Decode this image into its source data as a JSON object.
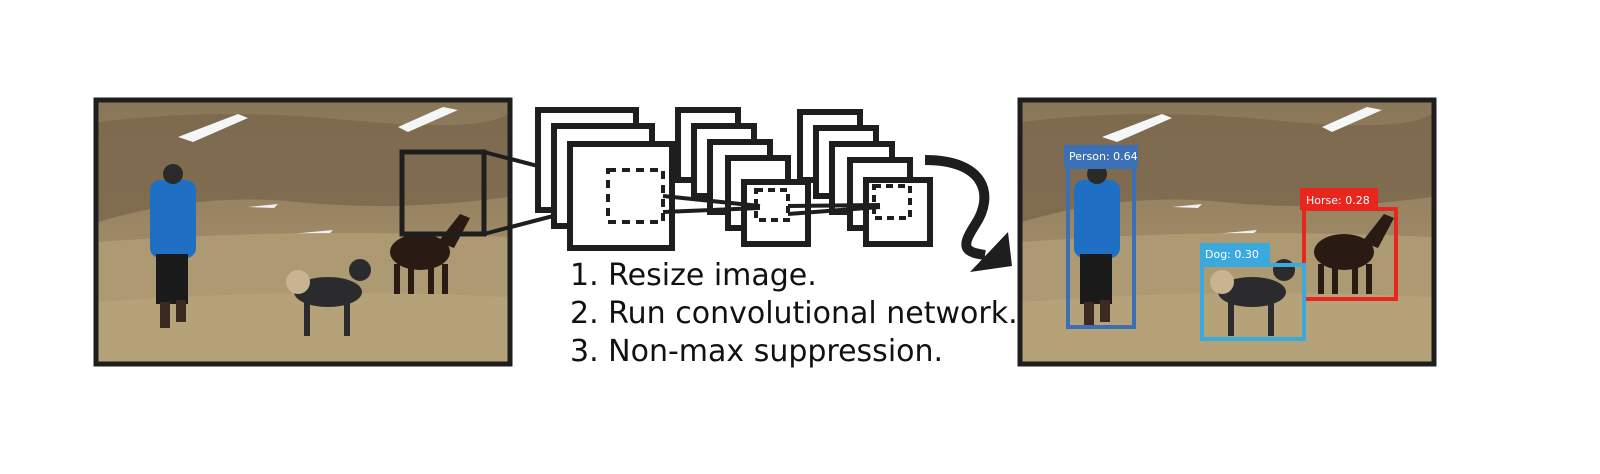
{
  "steps": [
    "1. Resize image.",
    "2. Run convolutional network.",
    "3. Non-max suppression."
  ],
  "detections": [
    {
      "label": "Person: 0.64",
      "color": "#3b6fb6"
    },
    {
      "label": "Horse: 0.28",
      "color": "#e8261e"
    },
    {
      "label": "Dog: 0.30",
      "color": "#3aa9de"
    }
  ],
  "colors": {
    "frame": "#1e1e1e",
    "grass": "#a3906a",
    "hill": "#7d6a4f",
    "jacket": "#1f6fc4",
    "snow": "#f4f6f8"
  }
}
